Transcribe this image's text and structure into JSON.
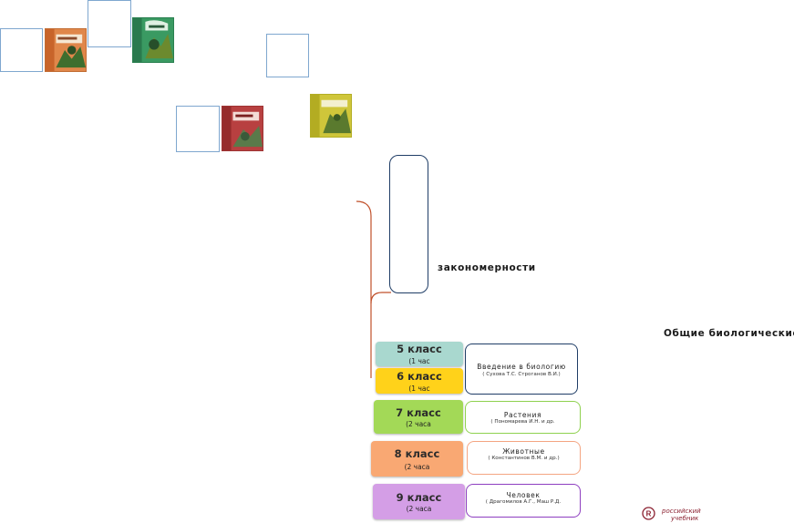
{
  "headings": {
    "patterns": "закономерности",
    "general_biological": "Общие биологические"
  },
  "grades": [
    {
      "title": "5 класс",
      "hours": "(1 час",
      "color": "#a9d8cf"
    },
    {
      "title": "6 класс",
      "hours": "(1 час",
      "color": "#ffd21a"
    },
    {
      "title": "7 класс",
      "hours": "(2 часа",
      "color": "#a3d957"
    },
    {
      "title": "8 класс",
      "hours": "(2 часа",
      "color": "#f9a873"
    },
    {
      "title": "9 класс",
      "hours": "(2 часа",
      "color": "#d49ee6"
    }
  ],
  "courses": [
    {
      "title": "Введение в биологию",
      "authors": "( Сухова Т.С. Строганов В.И.)",
      "border": "#1f3d66"
    },
    {
      "title": "Растения",
      "authors": "( Пономарева И.Н. и др.",
      "border": "#8fd14f"
    },
    {
      "title": "Животные",
      "authors": "( Константинов В.М. и др.)",
      "border": "#f4a582"
    },
    {
      "title": "Человек",
      "authors": "( Драгомилов А.Г., Маш Р.Д.",
      "border": "#8e3fc0"
    }
  ],
  "logo": {
    "line1": "российский",
    "line2": "учебник",
    "icon": "r-logo-icon",
    "color": "#8a1f2f"
  },
  "icons": {
    "bracket": "red-bracket-line"
  }
}
